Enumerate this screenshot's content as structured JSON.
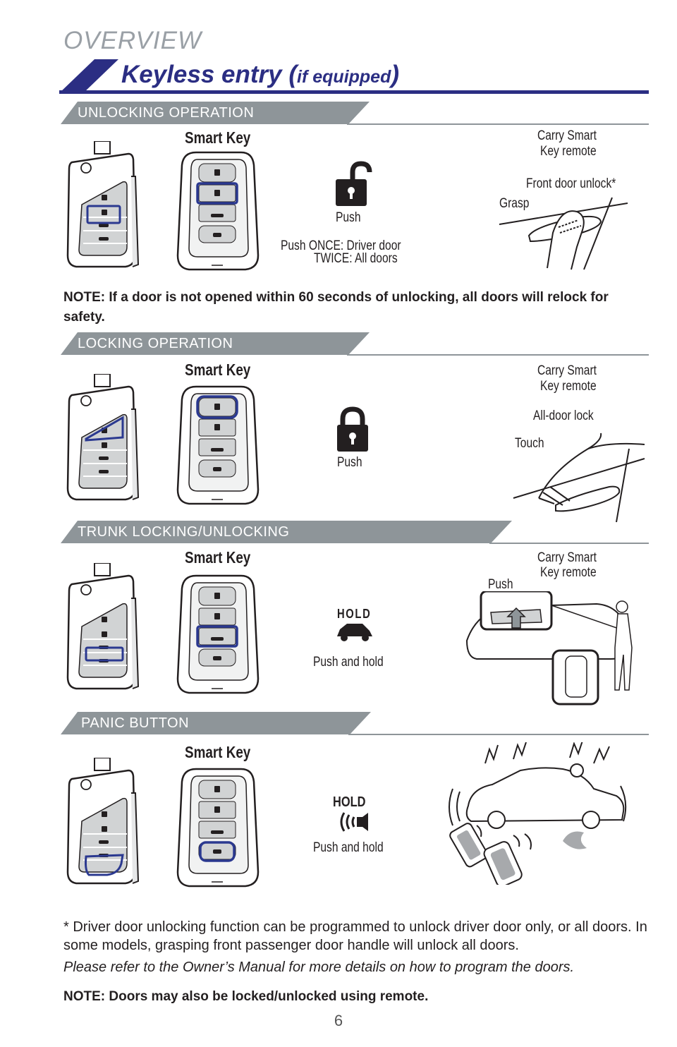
{
  "header": {
    "overview": "OVERVIEW",
    "title": "Keyless entry (",
    "title_qualifier": "if equipped",
    "title_close": ")"
  },
  "sections": [
    {
      "heading": "UNLOCKING OPERATION",
      "smart_key": "Smart Key",
      "button_label": "",
      "action": "Push",
      "action_detail_1": "Push  ONCE: Driver door",
      "action_detail_2": "TWICE: All doors",
      "carry": "Carry Smart\nKey remote",
      "carry_line1": "Carry Smart",
      "carry_line2": "Key remote",
      "callout_1": "Front door unlock*",
      "callout_2": "Grasp"
    },
    {
      "heading": "LOCKING OPERATION",
      "smart_key": "Smart Key",
      "action": "Push",
      "carry_line1": "Carry Smart",
      "carry_line2": "Key remote",
      "callout_1": "All-door lock",
      "callout_2": "Touch"
    },
    {
      "heading": "TRUNK LOCKING/UNLOCKING",
      "smart_key": "Smart Key",
      "button_label": "HOLD",
      "action": "Push and hold",
      "carry_line1": "Carry Smart",
      "carry_line2": "Key remote",
      "callout_1": "Push"
    },
    {
      "heading": "PANIC BUTTON",
      "smart_key": "Smart Key",
      "button_label": "HOLD",
      "action": "Push and hold"
    }
  ],
  "notes": {
    "unlock_note": "NOTE: If a door is not opened within 60 seconds of unlocking, all doors will relock for safety.",
    "footnote_1": "* Driver door unlocking function can be programmed to unlock driver door only, or all doors. In some models, grasping front passenger door handle will unlock all doors.",
    "footnote_2": "Please refer to the Owner’s Manual for more details on how to program the doors.",
    "final_note": "NOTE: Doors may also be locked/unlocked using remote."
  },
  "fob_labels": {
    "hold": "HOLD"
  },
  "page_number": "6",
  "colors": {
    "accent": "#2b2e83",
    "band": "#8e9599",
    "highlight": "#2b3990"
  }
}
